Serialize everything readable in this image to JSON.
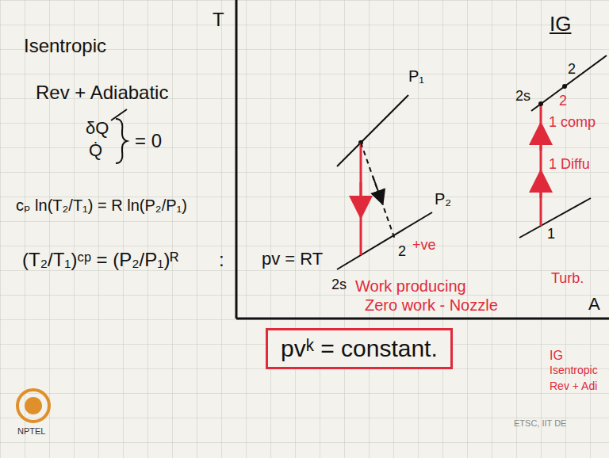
{
  "diagram": {
    "nodes": [
      {
        "text": [
          "pvᵏ = constant."
        ]
      }
    ],
    "labels": [
      "Isentropic",
      "Rev + Adiabatic",
      "δQ",
      "Q̇",
      "= 0",
      "T",
      "P₁",
      "P₂",
      "2",
      "+ve",
      "2s",
      "Work producing",
      "Turb.",
      "Zero work - Nozzle",
      "IG",
      "2",
      "2s",
      "2",
      "1 comp",
      "1 Diffu",
      "1",
      "cₚ ln(T₂/T₁) = R ln(P₂/P₁)",
      "(T₂/T₁)ᶜᵖ = (P₂/P₁)ᴿ",
      ":",
      "pv = RT",
      "A",
      "IG",
      "Isentropic",
      "Rev + Adi",
      "ETSC, IIT DE",
      "NPTEL"
    ]
  }
}
